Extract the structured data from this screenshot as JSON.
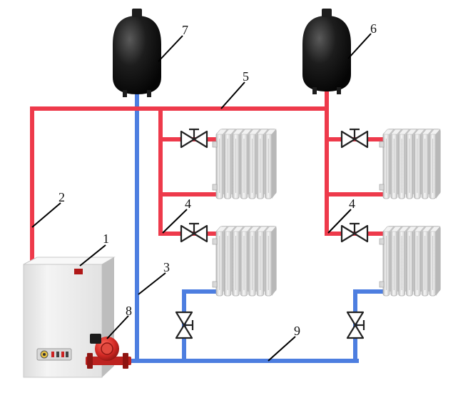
{
  "colors": {
    "supply": "#ee3a4b",
    "return": "#4d7ee0",
    "tank": "#1d1d1d",
    "radiator": "#e4e4e4",
    "boiler": "#f0f0f0",
    "pump": "#d42a25",
    "valve": "#222222",
    "leader": "#000000"
  },
  "icons": [
    "boiler-icon",
    "pipe",
    "radiator-icon",
    "valve-icon",
    "expansion-tank-icon",
    "circulation-pump-icon"
  ],
  "callouts": {
    "c1": "1",
    "c2": "2",
    "c3": "3",
    "c4a": "4",
    "c4b": "4",
    "c5": "5",
    "c6": "6",
    "c7": "7",
    "c8": "8",
    "c9": "9"
  }
}
